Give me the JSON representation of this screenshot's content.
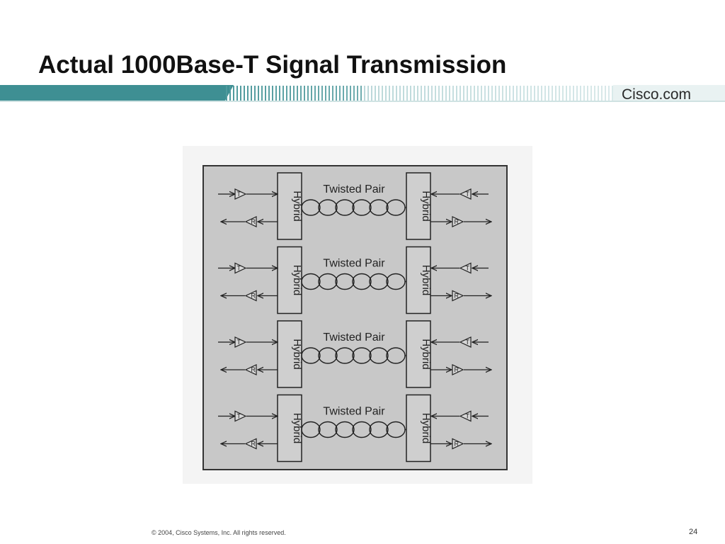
{
  "slide": {
    "title": "Actual 1000Base-T Signal Transmission",
    "brand": "Cisco.com",
    "copyright": "© 2004, Cisco Systems, Inc. All rights reserved.",
    "page_number": "24"
  },
  "colors": {
    "banner_teal": "#3e8f93",
    "banner_light": "#cfe3e4",
    "diagram_bg": "#c8c8c8",
    "box_fill": "#cfcfcf"
  },
  "diagram": {
    "channels": [
      {
        "cable_label": "Twisted Pair",
        "left_block": "Hybrid",
        "right_block": "Hybrid",
        "tx_label": "T",
        "rx_label": "R"
      },
      {
        "cable_label": "Twisted Pair",
        "left_block": "Hybrid",
        "right_block": "Hybrid",
        "tx_label": "T",
        "rx_label": "R"
      },
      {
        "cable_label": "Twisted Pair",
        "left_block": "Hybrid",
        "right_block": "Hybrid",
        "tx_label": "T",
        "rx_label": "R"
      },
      {
        "cable_label": "Twisted Pair",
        "left_block": "Hybrid",
        "right_block": "Hybrid",
        "tx_label": "T",
        "rx_label": "R"
      }
    ]
  }
}
